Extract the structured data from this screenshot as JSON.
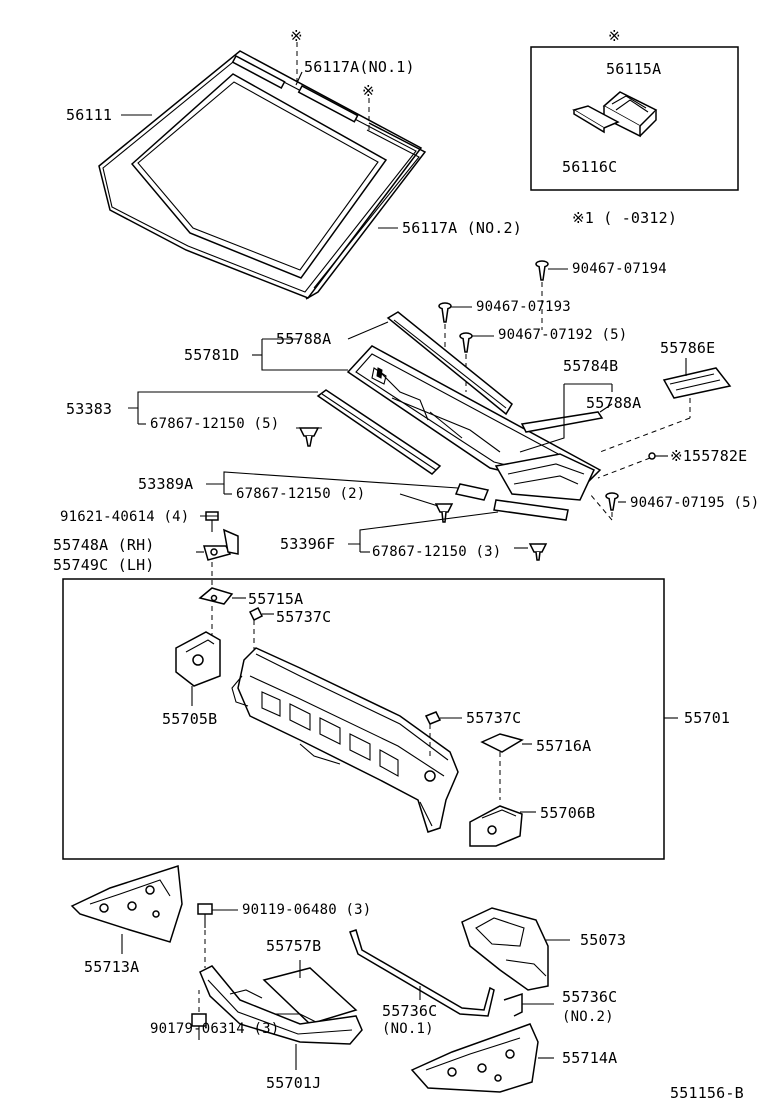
{
  "labels": {
    "p56111": "56111",
    "p56117a_no1": "56117A(NO.1)",
    "p56117a_no2": "56117A (NO.2)",
    "mark_top_left": "※",
    "mark_top_mid": "※",
    "mark_box": "※",
    "p56115a": "56115A",
    "p56116c": "56116C",
    "date_note": "※1 (      -0312)",
    "p90467_07194": "90467-07194",
    "p90467_07193": "90467-07193",
    "p90467_07192": "90467-07192 (5)",
    "p55788a_top": "55788A",
    "p55781d": "55781D",
    "p55786e": "55786E",
    "p55784b": "55784B",
    "p55788a_right": "55788A",
    "p53383": "53383",
    "p67867_12150_5": "67867-12150 (5)",
    "p55782e": "※155782E",
    "p53389a": "53389A",
    "p67867_12150_2": "67867-12150 (2)",
    "p90467_07195": "90467-07195 (5)",
    "p91621_40614": "91621-40614 (4)",
    "p55748a": "55748A (RH)",
    "p55749c": "55749C (LH)",
    "p53396f": "53396F",
    "p67867_12150_3": "67867-12150 (3)",
    "p55715a": "55715A",
    "p55737c_top": "55737C",
    "p55701": "55701",
    "p55705b": "55705B",
    "p55737c_mid": "55737C",
    "p55716a": "55716A",
    "p55706b": "55706B",
    "p55713a": "55713A",
    "p90119_06480": "90119-06480 (3)",
    "p55757b": "55757B",
    "p55073": "55073",
    "p55736c_no1": "55736C",
    "p55736c_no1_sub": "(NO.1)",
    "p55736c_no2": "55736C",
    "p55736c_no2_sub": "(NO.2)",
    "p90179_06314": "90179-06314 (3)",
    "p55701j": "55701J",
    "p55714a": "55714A",
    "diagram_id": "551156-B"
  }
}
